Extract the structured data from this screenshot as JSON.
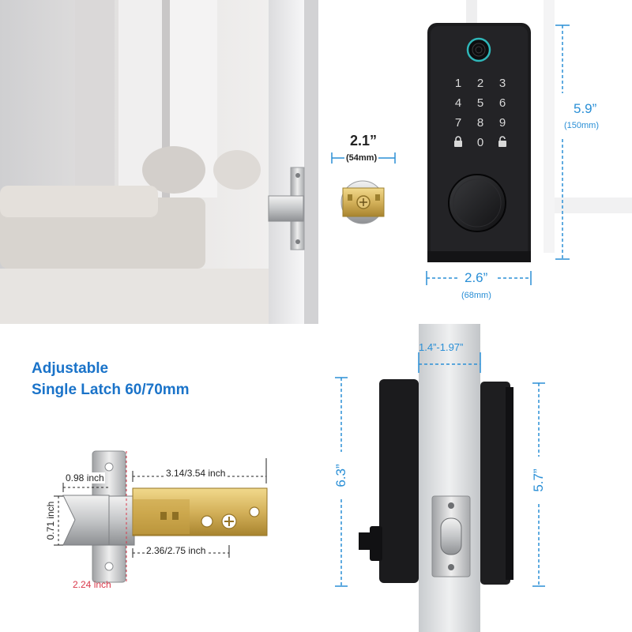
{
  "colors": {
    "dimension_blue": "#2a8fd6",
    "heading_blue": "#1a73c9",
    "red_measure": "#d9384a",
    "lock_body": "#1b1b1d",
    "brass": "#d4b15a"
  },
  "top_panel": {
    "keypad": {
      "keys": [
        "1",
        "2",
        "3",
        "4",
        "5",
        "6",
        "7",
        "8",
        "9",
        "0"
      ],
      "lock_icon_left": "locked-padlock-icon",
      "lock_icon_right": "unlocked-padlock-icon"
    },
    "height_dimension": {
      "value": "5.9”",
      "metric": "(150mm)"
    },
    "width_dimension": {
      "value": "2.6”",
      "metric": "(68mm)"
    },
    "bore_dimension": {
      "value": "2.1”",
      "metric": "(54mm)"
    }
  },
  "bottom_panel": {
    "heading": {
      "line1": "Adjustable",
      "line2": "Single Latch 60/70mm"
    },
    "latch_dimensions": {
      "backset_long": "3.14/3.54 inch",
      "bolt_length": "0.98 inch",
      "bolt_height": "0.71 inch",
      "backset_short": "2.36/2.75 inch",
      "faceplate_height": "2.24 inch"
    },
    "door_thickness": "1.4”-1.97”",
    "outer_height": "6.3”",
    "inner_height": "5.7”"
  }
}
